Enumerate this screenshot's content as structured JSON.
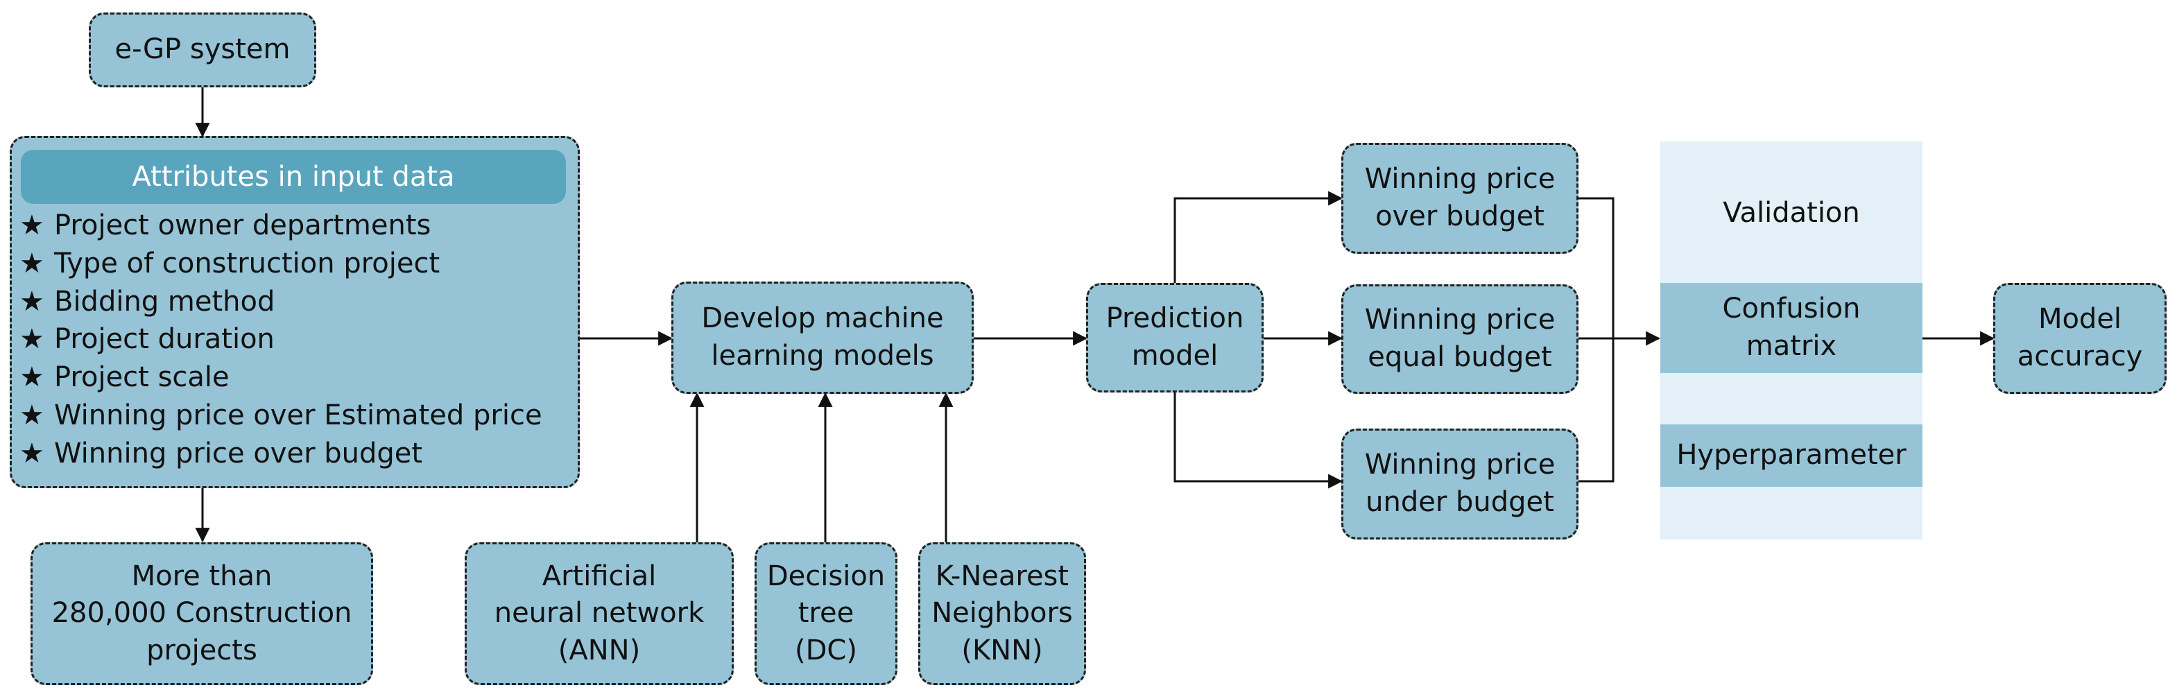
{
  "nodes": {
    "egp": "e-GP system",
    "attributes_header": "Attributes in input data",
    "attributes": [
      "Project owner departments",
      "Type of construction project",
      "Bidding method",
      "Project duration",
      "Project scale",
      "Winning price over Estimated price",
      "Winning price over budget"
    ],
    "bullet": "★",
    "projects": "More than\n280,000 Construction\nprojects",
    "develop": "Develop machine\nlearning models",
    "ann": "Artificial\nneural network\n(ANN)",
    "dc": "Decision\ntree\n(DC)",
    "knn": "K-Nearest\nNeighbors\n(KNN)",
    "prediction": "Prediction\nmodel",
    "over": "Winning price\nover budget",
    "equal": "Winning price\nequal budget",
    "under": "Winning price\nunder budget",
    "validation": "Validation",
    "confusion": "Confusion\nmatrix",
    "hyperparameter": "Hyperparameter",
    "accuracy": "Model\naccuracy"
  },
  "colors": {
    "box_fill": "#96c4d6",
    "header_fill": "#5aa5be",
    "panel_fill": "#e3f0f7",
    "line": "#111111"
  }
}
